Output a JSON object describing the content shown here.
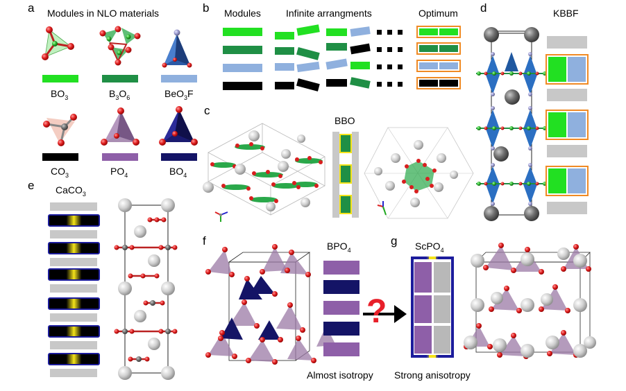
{
  "panels": {
    "a": {
      "letter": "a",
      "title": "Modules in NLO materials",
      "modules": [
        {
          "base": "BO",
          "sub": "3",
          "rest": "",
          "bar_color": "#22e022"
        },
        {
          "base": "B",
          "sub": "3",
          "rest": "O",
          "sub2": "6",
          "bar_color": "#1f8f45"
        },
        {
          "base": "BeO",
          "sub": "3",
          "rest": "F",
          "bar_color": "#8fb0de"
        },
        {
          "base": "CO",
          "sub": "3",
          "rest": "",
          "bar_color": "#000000"
        },
        {
          "base": "PO",
          "sub": "4",
          "rest": "",
          "bar_color": "#8e5fa8"
        },
        {
          "base": "BO",
          "sub": "4",
          "rest": "",
          "bar_color": "#141466"
        }
      ]
    },
    "b": {
      "letter": "b",
      "col_modules": "Modules",
      "col_infinite": "Infinite arrangments",
      "col_optimum": "Optimum",
      "dots": "■ ■ ■"
    },
    "c": {
      "letter": "c",
      "label": "BBO"
    },
    "d": {
      "letter": "d",
      "label": "KBBF"
    },
    "e": {
      "letter": "e",
      "label_base": "CaCO",
      "label_sub": "3"
    },
    "f": {
      "letter": "f",
      "label_base": "BPO",
      "label_sub": "4",
      "caption": "Almost isotropy",
      "question": "?"
    },
    "g": {
      "letter": "g",
      "label_base": "ScPO",
      "label_sub": "4",
      "caption": "Strong anisotropy"
    }
  },
  "colors": {
    "bo3": "#22e022",
    "b3o6": "#1f8f45",
    "beo3f": "#8fb0de",
    "co3": "#000000",
    "po4": "#8e5fa8",
    "bo4": "#141466",
    "gray_bar": "#c8c8c8",
    "orange_frame": "#f08a24",
    "blue_frame": "#1c1c9c",
    "yellow_glow": "#f5e41a",
    "oxygen": "#d81f1f",
    "question_red": "#e8202a"
  }
}
